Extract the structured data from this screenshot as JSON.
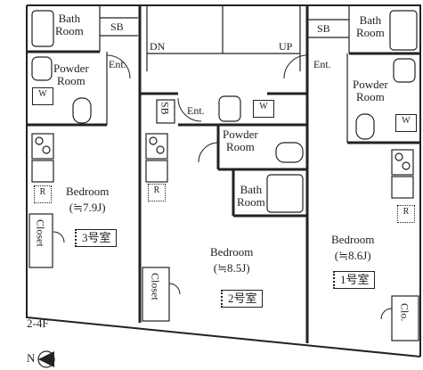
{
  "floor": {
    "floor_label": "2-4F",
    "north_label": "N"
  },
  "rooms": {
    "unit3": {
      "bedroom": "Bedroom",
      "size": "(≒7.9J)",
      "number": "3号室"
    },
    "unit2": {
      "bedroom": "Bedroom",
      "size": "(≒8.5J)",
      "number": "2号室"
    },
    "unit1": {
      "bedroom": "Bedroom",
      "size": "(≒8.6J)",
      "number": "1号室"
    }
  },
  "labels": {
    "bath_room_left": [
      "Bath",
      "Room"
    ],
    "bath_room_right": [
      "Bath",
      "Room"
    ],
    "bath_room_center": [
      "Bath",
      "Room"
    ],
    "powder_room_left": [
      "Powder",
      "Room"
    ],
    "powder_room_right": [
      "Powder",
      "Room"
    ],
    "powder_room_center": [
      "Powder",
      "Room"
    ],
    "sb": "SB",
    "ent": "Ent.",
    "dn": "DN",
    "up": "UP",
    "w": "W",
    "r": "R",
    "closet": "Closet",
    "clo": "Clo."
  }
}
